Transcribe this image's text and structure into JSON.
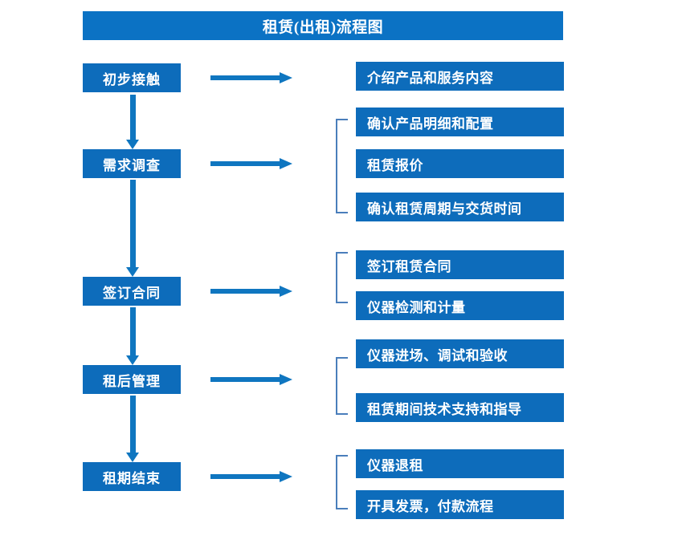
{
  "title": "租赁(出租)流程图",
  "colors": {
    "banner": "#0b72c4",
    "box": "#0d6cbb",
    "arrow": "#0f76c0",
    "bracket": "#4a7ebb",
    "text": "#ffffff",
    "background": "#ffffff"
  },
  "stages": [
    {
      "label": "初步接触"
    },
    {
      "label": "需求调查"
    },
    {
      "label": "签订合同"
    },
    {
      "label": "租后管理"
    },
    {
      "label": "租期结束"
    }
  ],
  "details": [
    {
      "label": "介绍产品和服务内容"
    },
    {
      "label": "确认产品明细和配置"
    },
    {
      "label": "租赁报价"
    },
    {
      "label": "确认租赁周期与交货时间"
    },
    {
      "label": "签订租赁合同"
    },
    {
      "label": "仪器检测和计量"
    },
    {
      "label": "仪器进场、调试和验收"
    },
    {
      "label": "租赁期间技术支持和指导"
    },
    {
      "label": "仪器退租"
    },
    {
      "label": "开具发票，付款流程"
    }
  ],
  "chart_data": {
    "type": "diagram",
    "title": "租赁(出租)流程图",
    "diagram_kind": "flowchart",
    "orientation": "vertical-stages-with-horizontal-details",
    "nodes": [
      {
        "stage": "初步接触",
        "details": [
          "介绍产品和服务内容"
        ],
        "grouped": false
      },
      {
        "stage": "需求调查",
        "details": [
          "确认产品明细和配置",
          "租赁报价",
          "确认租赁周期与交货时间"
        ],
        "grouped": true
      },
      {
        "stage": "签订合同",
        "details": [
          "签订租赁合同",
          "仪器检测和计量"
        ],
        "grouped": true
      },
      {
        "stage": "租后管理",
        "details": [
          "仪器进场、调试和验收",
          "租赁期间技术支持和指导"
        ],
        "grouped": true
      },
      {
        "stage": "租期结束",
        "details": [
          "仪器退租",
          "开具发票，付款流程"
        ],
        "grouped": true
      }
    ],
    "edges": [
      {
        "from": "初步接触",
        "to": "需求调查",
        "type": "down-arrow"
      },
      {
        "from": "需求调查",
        "to": "签订合同",
        "type": "down-arrow"
      },
      {
        "from": "签订合同",
        "to": "租后管理",
        "type": "down-arrow"
      },
      {
        "from": "租后管理",
        "to": "租期结束",
        "type": "down-arrow"
      },
      {
        "from": "初步接触",
        "to": "介绍产品和服务内容",
        "type": "right-arrow"
      },
      {
        "from": "需求调查",
        "to": "确认产品明细和配置",
        "type": "right-arrow"
      },
      {
        "from": "签订合同",
        "to": "签订租赁合同",
        "type": "right-arrow"
      },
      {
        "from": "租后管理",
        "to": "仪器进场、调试和验收",
        "type": "right-arrow"
      },
      {
        "from": "租期结束",
        "to": "仪器退租",
        "type": "right-arrow"
      }
    ]
  }
}
